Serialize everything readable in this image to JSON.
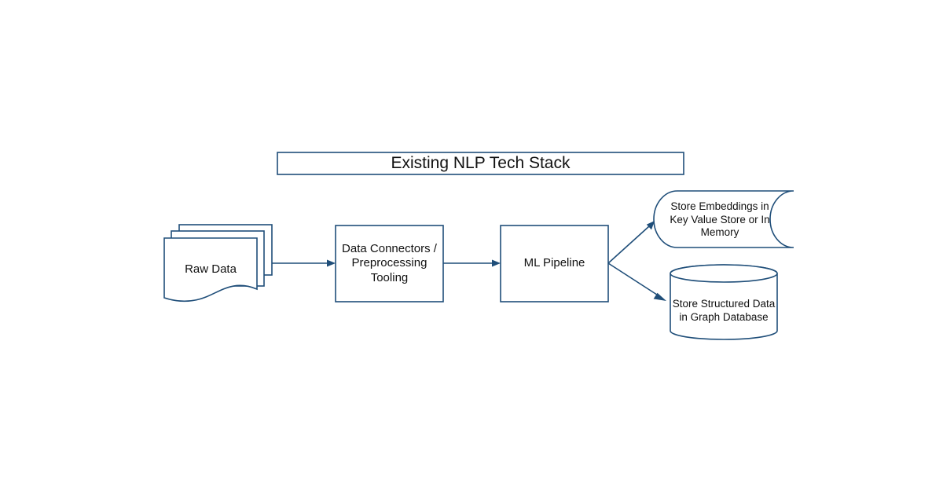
{
  "diagram": {
    "title": "Existing NLP Tech Stack",
    "nodes": {
      "raw_data": {
        "label": "Raw Data"
      },
      "connectors": {
        "label": "Data Connectors / Preprocessing Tooling"
      },
      "ml_pipeline": {
        "label": "ML Pipeline"
      },
      "kv_store": {
        "label": "Store Embeddings in Key Value Store or In Memory"
      },
      "graph_db": {
        "label": "Store Structured Data in Graph Database"
      }
    },
    "edges": [
      {
        "from": "raw_data",
        "to": "connectors"
      },
      {
        "from": "connectors",
        "to": "ml_pipeline"
      },
      {
        "from": "ml_pipeline",
        "to": "kv_store"
      },
      {
        "from": "ml_pipeline",
        "to": "graph_db"
      }
    ],
    "colors": {
      "stroke": "#1f4e79",
      "background": "#ffffff",
      "text": "#111111"
    }
  }
}
